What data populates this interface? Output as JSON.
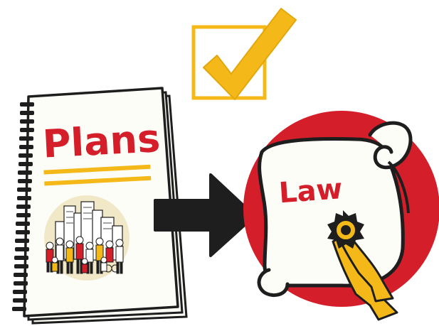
{
  "plans_label": "Plans",
  "law_label": "Law",
  "colors": {
    "red": "#d41f2b",
    "yellow": "#f4b819",
    "black": "#1e1e1e",
    "skin": "#f1e8c8",
    "paper": "#fdfdf8"
  },
  "icons": [
    "checkbox-checked-icon",
    "plans-notebook-icon",
    "people-city-illustration",
    "arrow-right-icon",
    "law-scroll-icon",
    "wax-seal-icon"
  ]
}
